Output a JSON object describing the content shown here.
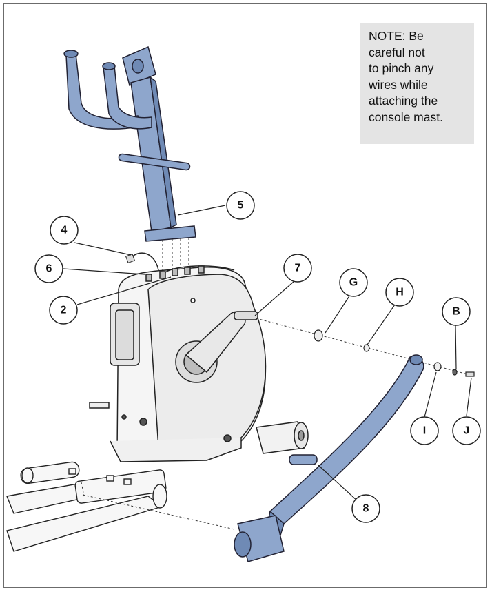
{
  "note": {
    "lines": [
      "NOTE: Be",
      "careful not",
      "to pinch any",
      "wires while",
      "attaching the",
      "console mast."
    ]
  },
  "callouts": {
    "c5": "5",
    "c4": "4",
    "c6": "6",
    "c2": "2",
    "c7": "7",
    "cG": "G",
    "cH": "H",
    "cB": "B",
    "cI": "I",
    "cJ": "J",
    "c8": "8"
  },
  "colors": {
    "part_blue": "#8ea6cc",
    "part_blue_dark": "#6f8ab5",
    "body_white": "#f5f5f5",
    "outline": "#222222",
    "note_bg": "#e4e4e4"
  }
}
